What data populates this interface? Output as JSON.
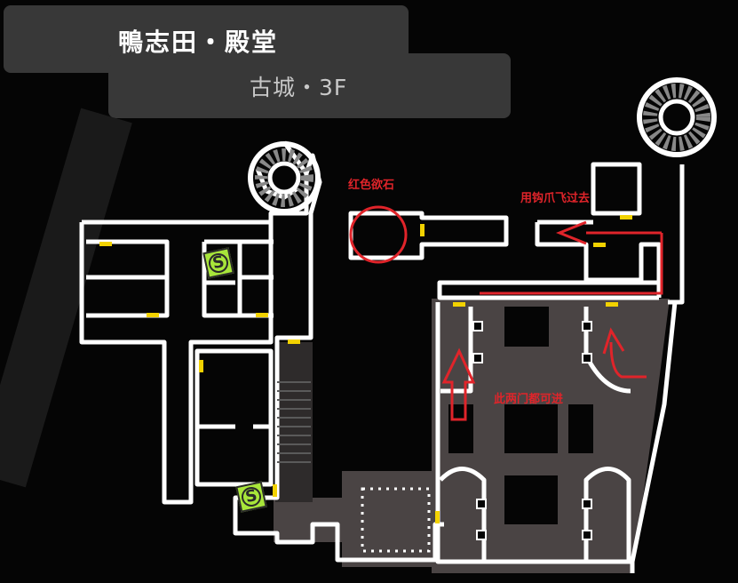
{
  "header": {
    "title": "鴨志田・殿堂",
    "subtitle": "古城・3F"
  },
  "annotations": {
    "red_gem": "红色欲石",
    "grapple": "用钩爪飞过去",
    "both_doors": "此两门都可进"
  },
  "markers": {
    "shop_label": "S"
  },
  "colors": {
    "background": "#050505",
    "header_panel": "#383838",
    "wall": "#ffffff",
    "floor_area": "#4a4444",
    "door": "#f2d200",
    "shop_marker": "#a8e63a",
    "annotation": "#e0242a"
  },
  "icons": {
    "stairs_spiral": "spiral-staircase-icon",
    "shop": "save-room-icon",
    "arrow": "route-arrow-icon"
  }
}
